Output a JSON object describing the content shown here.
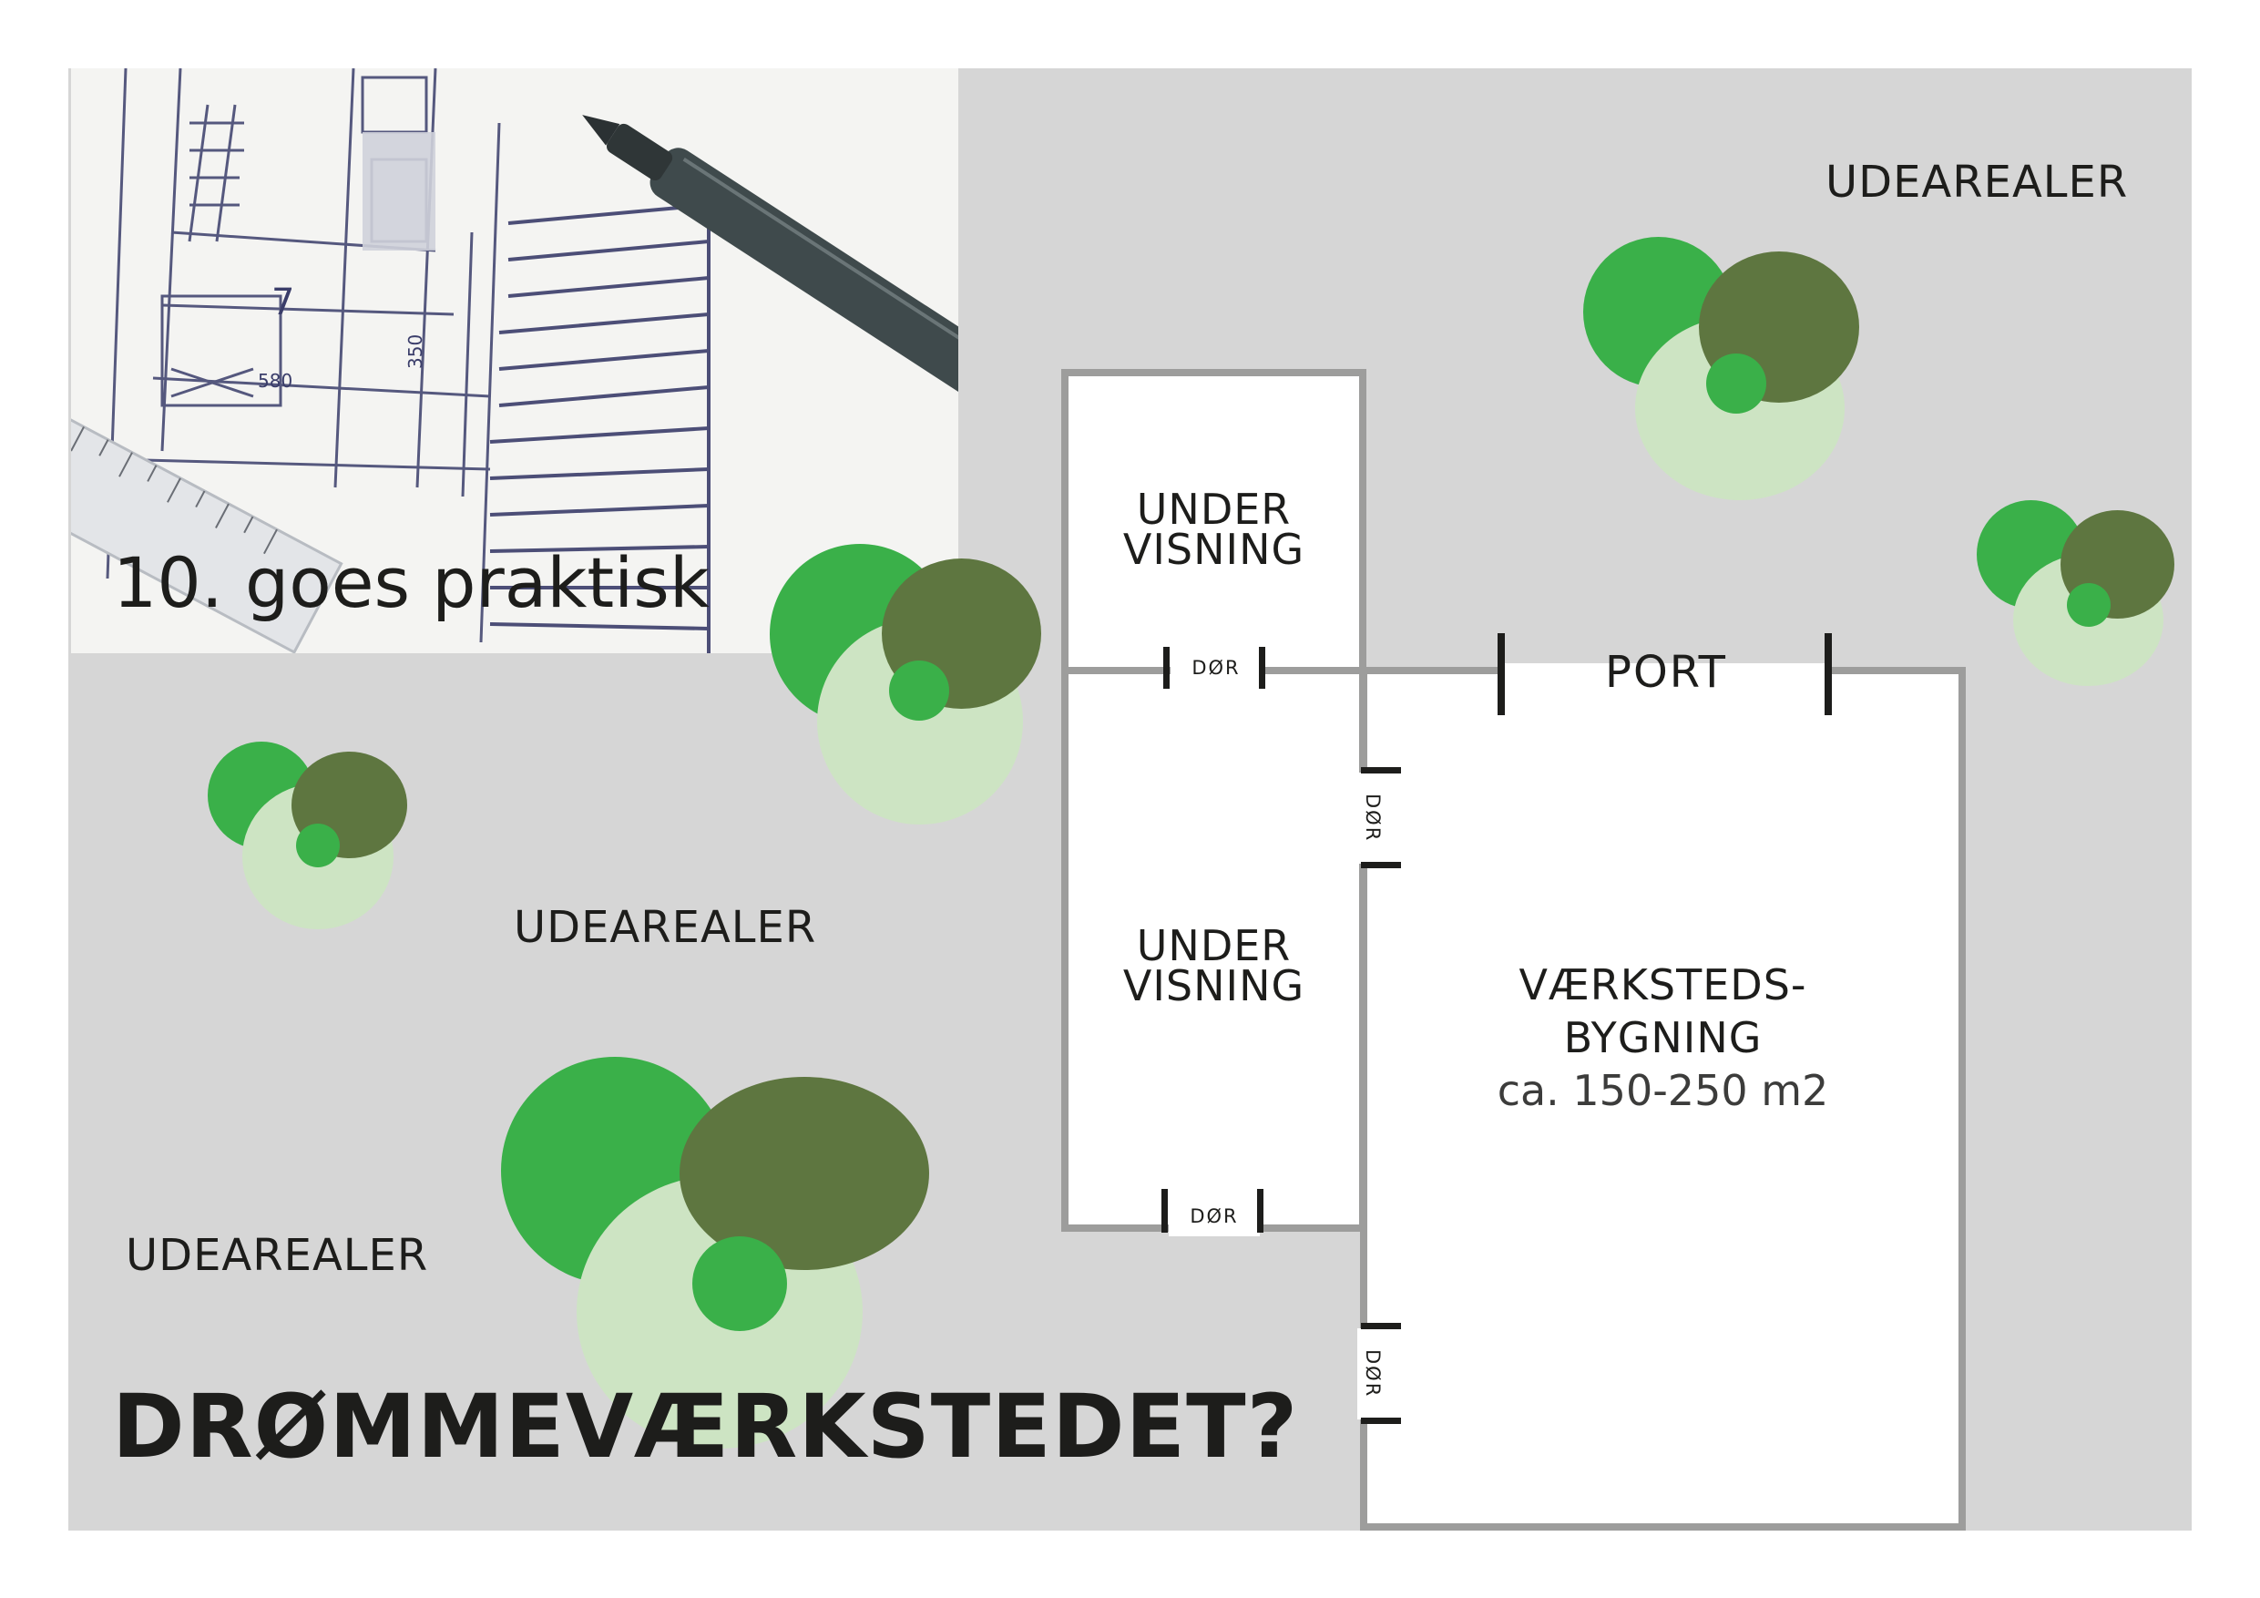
{
  "photo": {
    "title": "10. goes praktisk",
    "sketch_numbers": [
      "7",
      "580",
      "350"
    ]
  },
  "plan": {
    "outdoor_label": "UDEAREALER",
    "teaching_room_line1": "UNDER",
    "teaching_room_line2": "VISNING",
    "door_label": "DØR",
    "port_label": "PORT",
    "workshop_line1": "VÆRKSTEDS-",
    "workshop_line2": "BYGNING",
    "workshop_size": "ca. 150-250 m2"
  },
  "title": "DRØMMEVÆRKSTEDET?",
  "colors": {
    "outdoor_grey": "#d6d6d6",
    "wall_grey": "#9d9d9c",
    "tree_green": "#3ab049",
    "tree_light": "#cde4c3",
    "tree_dark": "#5e7640",
    "text": "#1d1d1b"
  },
  "icons": [
    "tree-cluster-icon",
    "blueprint-photo"
  ]
}
